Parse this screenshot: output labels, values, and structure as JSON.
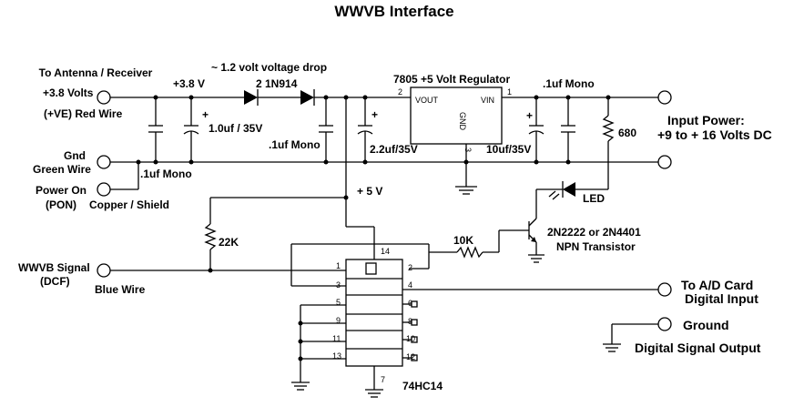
{
  "title": "WWVB Interface",
  "labels": {
    "antenna": "To Antenna / Receiver",
    "plus38v": "+3.8 Volts",
    "vepos": "(+VE) Red Wire",
    "gnd": "Gnd",
    "green": "Green Wire",
    "poweron": "Power On",
    "pon": "(PON)",
    "copper": "Copper / Shield",
    "rail38": "+3.8 V",
    "vdrop": "~ 1.2 volt voltage drop",
    "diodes": "2 1N914",
    "reg": "7805 +5 Volt Regulator",
    "vout": "VOUT",
    "vin": "VIN",
    "gndpin": "GND",
    "pin1": "1",
    "pin2": "2",
    "pin3": "3",
    "c1": "1.0uf / 35V",
    "c1plus": "+",
    "c2": ".1uf Mono",
    "c3": ".1uf Mono",
    "c4": "2.2uf/35V",
    "c4plus": "+",
    "c5": "10uf/35V",
    "c5plus": "+",
    "c6": ".1uf Mono",
    "r680": "680",
    "input1": "Input Power:",
    "input2": "+9 to + 16 Volts DC",
    "led": "LED",
    "plus5": "+ 5 V",
    "r22k": "22K",
    "r10k": "10K",
    "transistor1": "2N2222 or 2N4401",
    "transistor2": "NPN Transistor",
    "wwvb1": "WWVB Signal",
    "wwvb2": "(DCF)",
    "blue": "Blue Wire",
    "ic": "74HC14",
    "ic_pin14": "14",
    "ic_pin7": "7",
    "ic_pins_left": [
      "1",
      "3",
      "5",
      "9",
      "11",
      "13"
    ],
    "ic_pins_right": [
      "2",
      "4",
      "6",
      "8",
      "10",
      "12"
    ],
    "ad1": "To A/D Card",
    "ad2": "Digital Input",
    "ground": "Ground",
    "digout": "Digital Signal Output"
  }
}
